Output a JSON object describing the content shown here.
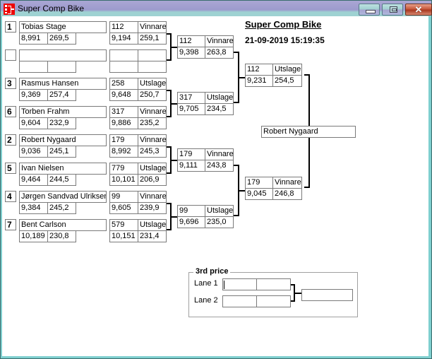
{
  "window": {
    "title": "Super Comp Bike",
    "buttons": {
      "minimize": "minimize",
      "maximize": "maximize",
      "close": "close"
    }
  },
  "header": {
    "title": "Super Comp Bike",
    "datetime": "21-09-2019 15:19:35"
  },
  "round1": [
    {
      "seed": "1",
      "name": "Tobias Stage",
      "rt": "8,991",
      "speed": "269,5",
      "heat_bike": "112",
      "heat_result": "Vinnare",
      "heat_rt": "9,194",
      "heat_speed": "259,1"
    },
    {
      "seed": "",
      "name": "",
      "rt": "",
      "speed": "",
      "heat_bike": "",
      "heat_result": "",
      "heat_rt": "",
      "heat_speed": ""
    },
    {
      "seed": "3",
      "name": "Rasmus Hansen",
      "rt": "9,369",
      "speed": "257,4",
      "heat_bike": "258",
      "heat_result": "Utslager",
      "heat_rt": "9,648",
      "heat_speed": "250,7"
    },
    {
      "seed": "6",
      "name": "Torben Frahm",
      "rt": "9,604",
      "speed": "232,9",
      "heat_bike": "317",
      "heat_result": "Vinnare",
      "heat_rt": "9,886",
      "heat_speed": "235,2"
    },
    {
      "seed": "2",
      "name": "Robert Nygaard",
      "rt": "9,036",
      "speed": "245,1",
      "heat_bike": "179",
      "heat_result": "Vinnare",
      "heat_rt": "8,992",
      "heat_speed": "245,3"
    },
    {
      "seed": "5",
      "name": "Ivan Nielsen",
      "rt": "9,464",
      "speed": "244,5",
      "heat_bike": "779",
      "heat_result": "Utslager",
      "heat_rt": "10,101",
      "heat_speed": "206,9"
    },
    {
      "seed": "4",
      "name": "Jørgen Sandvad Ulriksen",
      "rt": "9,384",
      "speed": "245,2",
      "heat_bike": "99",
      "heat_result": "Vinnare",
      "heat_rt": "9,605",
      "heat_speed": "239,9"
    },
    {
      "seed": "7",
      "name": "Bent  Carlson",
      "rt": "10,189",
      "speed": "230,8",
      "heat_bike": "579",
      "heat_result": "Utslager",
      "heat_rt": "10,151",
      "heat_speed": "231,4"
    }
  ],
  "round2": [
    {
      "bike": "112",
      "result": "Vinnare",
      "rt": "9,398",
      "speed": "263,8"
    },
    {
      "bike": "317",
      "result": "Utslager",
      "rt": "9,705",
      "speed": "234,5"
    },
    {
      "bike": "179",
      "result": "Vinnare",
      "rt": "9,111",
      "speed": "243,8"
    },
    {
      "bike": "99",
      "result": "Utslager",
      "rt": "9,696",
      "speed": "235,0"
    }
  ],
  "semifinal": [
    {
      "bike": "112",
      "result": "Utslager",
      "rt": "9,231",
      "speed": "254,5"
    },
    {
      "bike": "179",
      "result": "Vinnare",
      "rt": "9,045",
      "speed": "246,8"
    }
  ],
  "final": {
    "winner": "Robert Nygaard"
  },
  "third_place": {
    "legend": "3rd price",
    "lane1_label": "Lane 1",
    "lane2_label": "Lane 2",
    "lane1": [
      "",
      ""
    ],
    "lane2": [
      "",
      ""
    ],
    "winner": ""
  }
}
